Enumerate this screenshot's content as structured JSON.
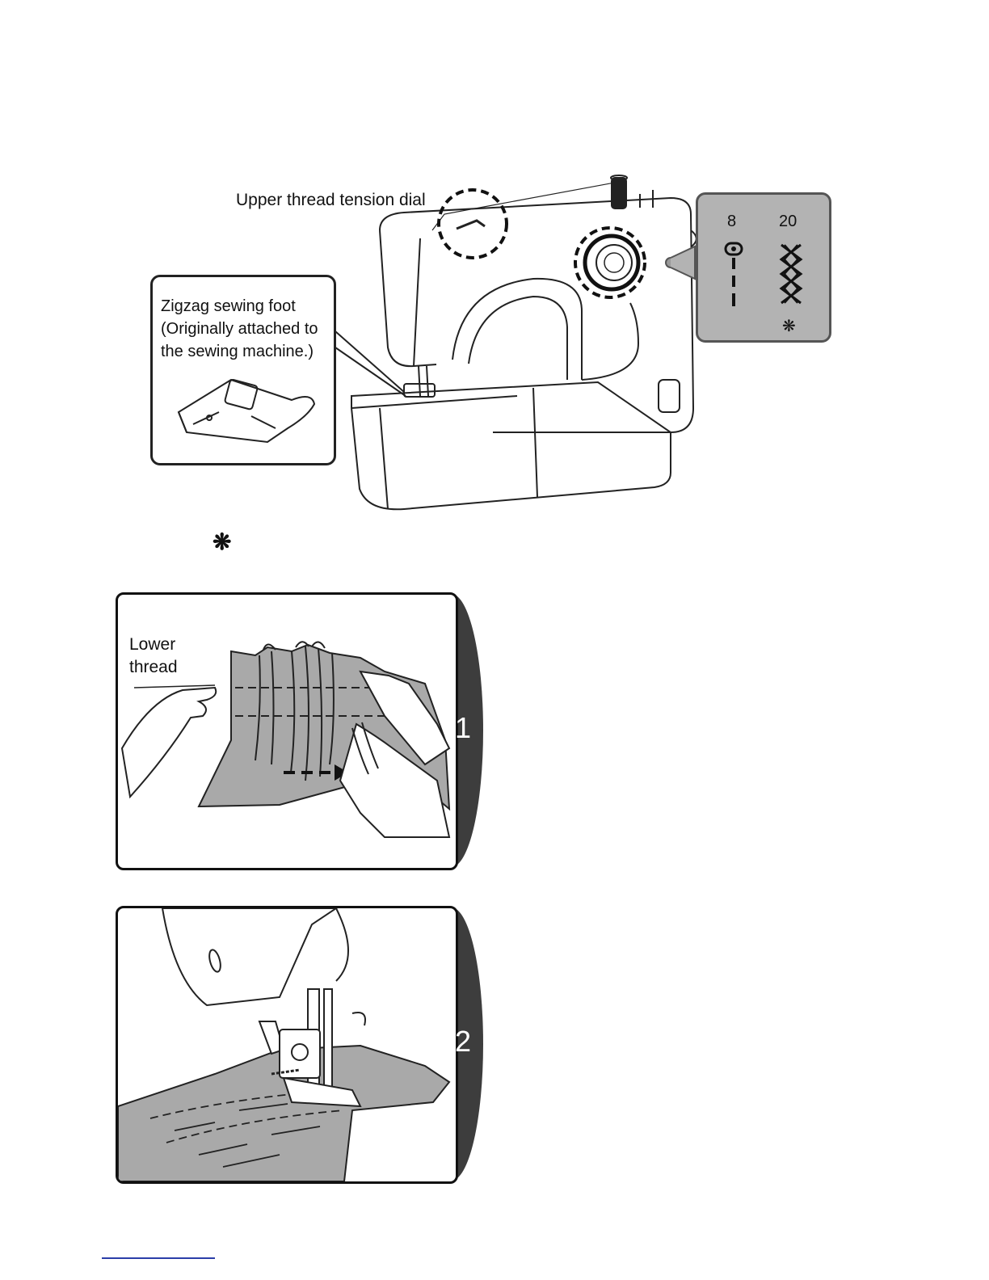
{
  "machine_figure": {
    "tension_dial_label": "Upper thread tension dial",
    "foot_callout": {
      "line1": "Zigzag sewing foot",
      "line2": "(Originally attached to",
      "line3": "the sewing machine.)"
    },
    "stitch_panel": {
      "pattern_a_number": "8",
      "pattern_b_number": "20",
      "asterisk": "❋"
    }
  },
  "note_symbol": "❋",
  "step1": {
    "lower_thread_line1": "Lower",
    "lower_thread_line2": "thread",
    "number": "1"
  },
  "step2": {
    "number": "2"
  },
  "colors": {
    "fabric": "#a9a9a9",
    "panel": "#b3b3b3",
    "tab": "#3d3d3d",
    "link": "#2a3ea8"
  }
}
